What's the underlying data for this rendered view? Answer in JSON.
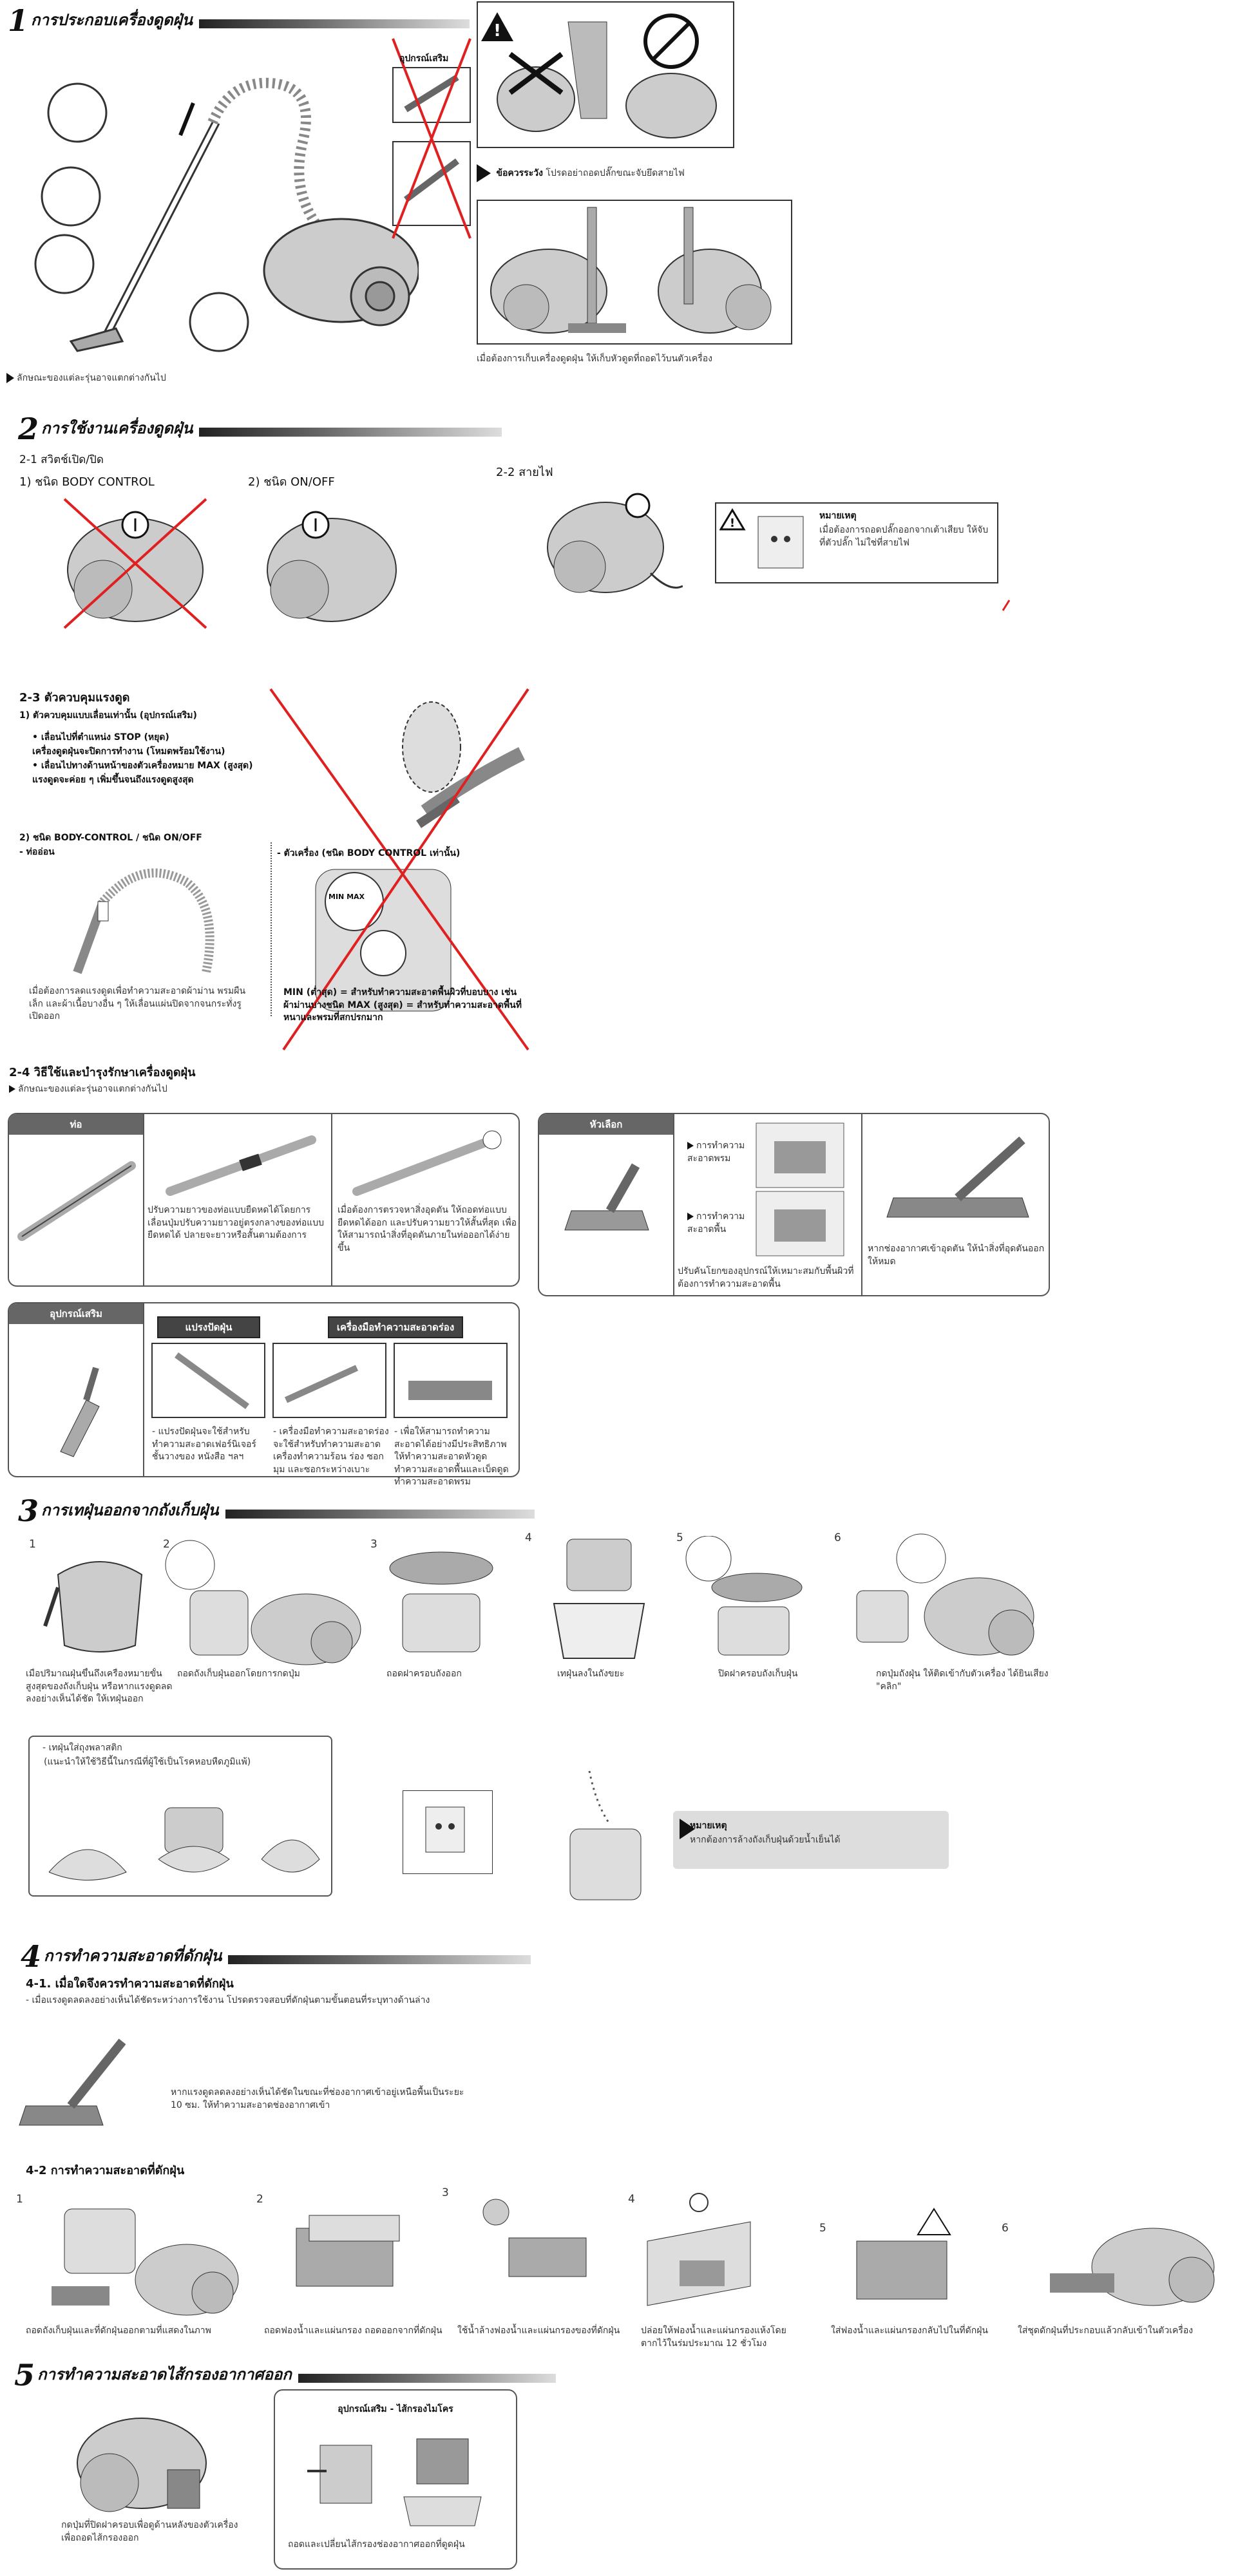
{
  "s1": {
    "num": "1",
    "title": "การประกอบเครื่องดูดฝุ่น",
    "accessory_label": "อุปกรณ์เสริม",
    "caption_left": "ลักษณะของแต่ละรุ่นอาจแตกต่างกันไป",
    "caution_label": "ข้อควรระวัง",
    "caution_text": "โปรดอย่าถอดปลั๊กขณะจับยึดสายไฟ",
    "store_text": "เมื่อต้องการเก็บเครื่องดูดฝุ่น ให้เก็บหัวดูดที่ถอดไว้บนตัวเครื่อง"
  },
  "s2": {
    "num": "2",
    "title": "การใช้งานเครื่องดูดฝุ่น",
    "sub21": "2-1 สวิตช์เปิด/ปิด",
    "type1": "1) ชนิด BODY CONTROL",
    "type2": "2) ชนิด ON/OFF",
    "sub22": "2-2 สายไฟ",
    "note_label": "หมายเหตุ",
    "note_text": "เมื่อต้องการถอดปลั๊กออกจากเต้าเสียบ ให้จับที่ตัวปลั๊ก ไม่ใช่ที่สายไฟ",
    "sub23": "2-3 ตัวควบคุมแรงดูด",
    "ctrl1": "1) ตัวควบคุมแบบเลื่อนเท่านั้น (อุปกรณ์เสริม)",
    "ctrl1_b1": "เลื่อนไปที่ตำแหน่ง STOP (หยุด)",
    "ctrl1_b1b": "เครื่องดูดฝุ่นจะปิดการทำงาน (โหมดพร้อมใช้งาน)",
    "ctrl1_b2": "เลื่อนไปทางด้านหน้าของตัวเครื่องหมาย MAX (สูงสุด)",
    "ctrl1_b2b": "แรงดูดจะค่อย ๆ เพิ่มขึ้นจนถึงแรงดูดสูงสุด",
    "ctrl2": "2) ชนิด BODY-CONTROL / ชนิด ON/OFF",
    "ctrl2_b": "- ท่ออ่อน",
    "hose_text": "เมื่อต้องการลดแรงดูดเพื่อทำความสะอาดผ้าม่าน พรมผืนเล็ก และผ้าเนื้อบางอื่น ๆ ให้เลื่อนแผ่นปิดจากจนกระทั่งรูเปิดออก",
    "body_label": "- ตัวเครื่อง (ชนิด BODY CONTROL เท่านั้น)",
    "body_text": "MIN (ต่ำสุด) = สำหรับทำความสะอาดพื้นผิวที่บอบบาง เช่น ผ้าม่านบางชนิด  MAX (สูงสุด) = สำหรับทำความสะอาดพื้นที่หนาและพรมที่สกปรกมาก",
    "dial_label": "MIN   MAX",
    "sub24": "2-4 วิธีใช้และบำรุงรักษาเครื่องดูดฝุ่น",
    "sub24_caption": "ลักษณะของแต่ละรุ่นอาจแตกต่างกันไป",
    "pipe_tab": "ท่อ",
    "pipe_text1": "ปรับความยาวของท่อแบบยืดหดได้โดยการเลื่อนปุ่มปรับความยาวอยู่ตรงกลางของท่อแบบยืดหดได้ ปลายจะยาวหรือสั้นตามต้องการ",
    "pipe_text2": "เมื่อต้องการตรวจหาสิ่งอุดตัน ให้ถอดท่อแบบยืดหดได้ออก และปรับความยาวให้สั้นที่สุด เพื่อให้สามารถนำสิ่งที่อุดตันภายในท่อออกได้ง่ายขึ้น",
    "brush_tab": "หัวเลือก",
    "brush_opt1": "การทำความสะอาดพรม",
    "brush_opt2": "การทำความสะอาดพื้น",
    "brush_text1": "ปรับคันโยกของอุปกรณ์ให้เหมาะสมกับพื้นผิวที่ต้องการทำความสะอาดพื้น",
    "brush_text2": "หากช่องอากาศเข้าอุดตัน ให้นำสิ่งที่อุดตันออกให้หมด",
    "acc_tab": "อุปกรณ์เสริม",
    "acc_tab2": "แปรงปัดฝุ่น",
    "acc_tab3": "เครื่องมือทำความสะอาดร่อง",
    "acc_text1": "- แปรงปัดฝุ่นจะใช้สำหรับทำความสะอาดเฟอร์นิเจอร์ ชั้นวางของ หนังสือ ฯลฯ",
    "acc_text2": "- เครื่องมือทำความสะอาดร่องจะใช้สำหรับทำความสะอาดเครื่องทำความร้อน ร่อง ซอกมุม และซอกระหว่างเบาะ",
    "acc_text3": "- เพื่อให้สามารถทำความสะอาดได้อย่างมีประสิทธิภาพ ให้ทำความสะอาดหัวดูดทำความสะอาดพื้นและเบ็ดดูดทำความสะอาดพรม"
  },
  "s3": {
    "num": "3",
    "title": "การเทฝุ่นออกจากถังเก็บฝุ่น",
    "steps": [
      {
        "n": "1",
        "text": "เมื่อปริมาณฝุ่นขึ้นถึงเครื่องหมายขั้นสูงสุดของถังเก็บฝุ่น หรือหากแรงดูดลดลงอย่างเห็นได้ชัด ให้เทฝุ่นออก"
      },
      {
        "n": "2",
        "text": "ถอดถังเก็บฝุ่นออกโดยการกดปุ่ม"
      },
      {
        "n": "3",
        "text": "ถอดฝาครอบถังออก"
      },
      {
        "n": "4",
        "text": "เทฝุ่นลงในถังขยะ"
      },
      {
        "n": "5",
        "text": "ปิดฝาครอบถังเก็บฝุ่น"
      },
      {
        "n": "6",
        "text": "กดปุ่มถังฝุ่น ให้ติดเข้ากับตัวเครื่อง ได้ยินเสียง \"คลิก\""
      }
    ],
    "bag_text1": "- เทฝุ่นใส่ถุงพลาสติก",
    "bag_text2": "(แนะนำให้ใช้วิธีนี้ในกรณีที่ผู้ใช้เป็นโรคหอบหืดภูมิแพ้)",
    "note_label": "หมายเหตุ",
    "note_text": "หากต้องการล้างถังเก็บฝุ่นด้วยน้ำเย็นได้"
  },
  "s4": {
    "num": "4",
    "title": "การทำความสะอาดที่ดักฝุ่น",
    "sub41": "4-1. เมื่อใดจึงควรทำความสะอาดที่ดักฝุ่น",
    "sub41_text": "- เมื่อแรงดูดลดลงอย่างเห็นได้ชัดระหว่างการใช้งาน โปรดตรวจสอบที่ดักฝุ่นตามขั้นตอนที่ระบุทางด้านล่าง",
    "check_text": "หากแรงดูดลดลงอย่างเห็นได้ชัดในขณะที่ช่องอากาศเข้าอยู่เหนือพื้นเป็นระยะ 10 ซม. ให้ทำความสะอาดช่องอากาศเข้า",
    "sub42": "4-2 การทำความสะอาดที่ดักฝุ่น",
    "steps": [
      {
        "n": "1",
        "text": "ถอดถังเก็บฝุ่นและที่ดักฝุ่นออกตามที่แสดงในภาพ"
      },
      {
        "n": "2",
        "text": "ถอดฟองน้ำและแผ่นกรอง ถอดออกจากที่ดักฝุ่น"
      },
      {
        "n": "3",
        "text": "ใช้น้ำล้างฟองน้ำและแผ่นกรองของที่ดักฝุ่น"
      },
      {
        "n": "4",
        "text": "ปล่อยให้ฟองน้ำและแผ่นกรองแห้งโดยตากไว้ในร่มประมาณ 12 ชั่วโมง"
      },
      {
        "n": "5",
        "text": "ใส่ฟองน้ำและแผ่นกรองกลับไปในที่ดักฝุ่น"
      },
      {
        "n": "6",
        "text": "ใส่ชุดดักฝุ่นที่ประกอบแล้วกลับเข้าในตัวเครื่อง"
      }
    ]
  },
  "s5": {
    "num": "5",
    "title": "การทำความสะอาดไส้กรองอากาศออก",
    "left_text": "กดปุ่มที่ปิดฝาครอบเพื่อดูด้านหลังของตัวเครื่อง เพื่อถอดไส้กรองออก",
    "acc_title": "อุปกรณ์เสริม - ไส้กรองไมโคร",
    "acc_text": "ถอดและเปลี่ยนไส้กรองช่องอากาศออกที่ดูดฝุ่น"
  }
}
